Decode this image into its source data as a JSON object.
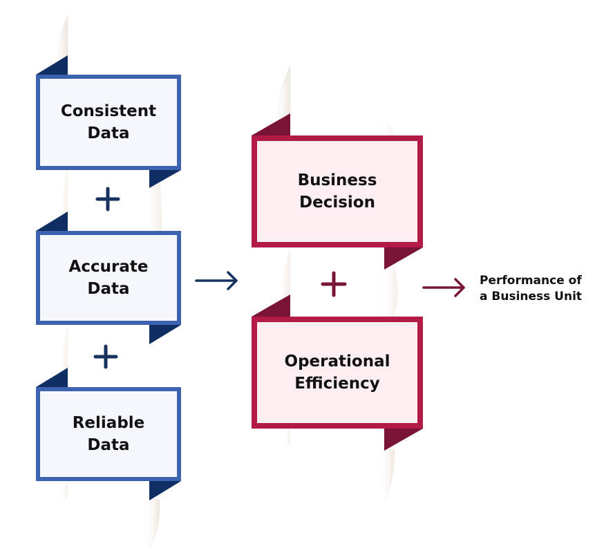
{
  "colors": {
    "blue_border": "#3d63b0",
    "blue_fold": "#0f2f63",
    "blue_fill": "#f4f8fd",
    "red_border": "#b31b47",
    "red_fold": "#7a1436",
    "red_fill": "#fdeef2",
    "text": "#111111"
  },
  "inputs": [
    {
      "label": "Consistent\nData"
    },
    {
      "label": "Accurate\nData"
    },
    {
      "label": "Reliable\nData"
    }
  ],
  "input_operators": [
    "+",
    "+"
  ],
  "outcomes": [
    {
      "label": "Business\nDecision"
    },
    {
      "label": "Operational\nEfficiency"
    }
  ],
  "outcome_operator": "+",
  "result": {
    "label": "Performance of\na Business Unit"
  }
}
